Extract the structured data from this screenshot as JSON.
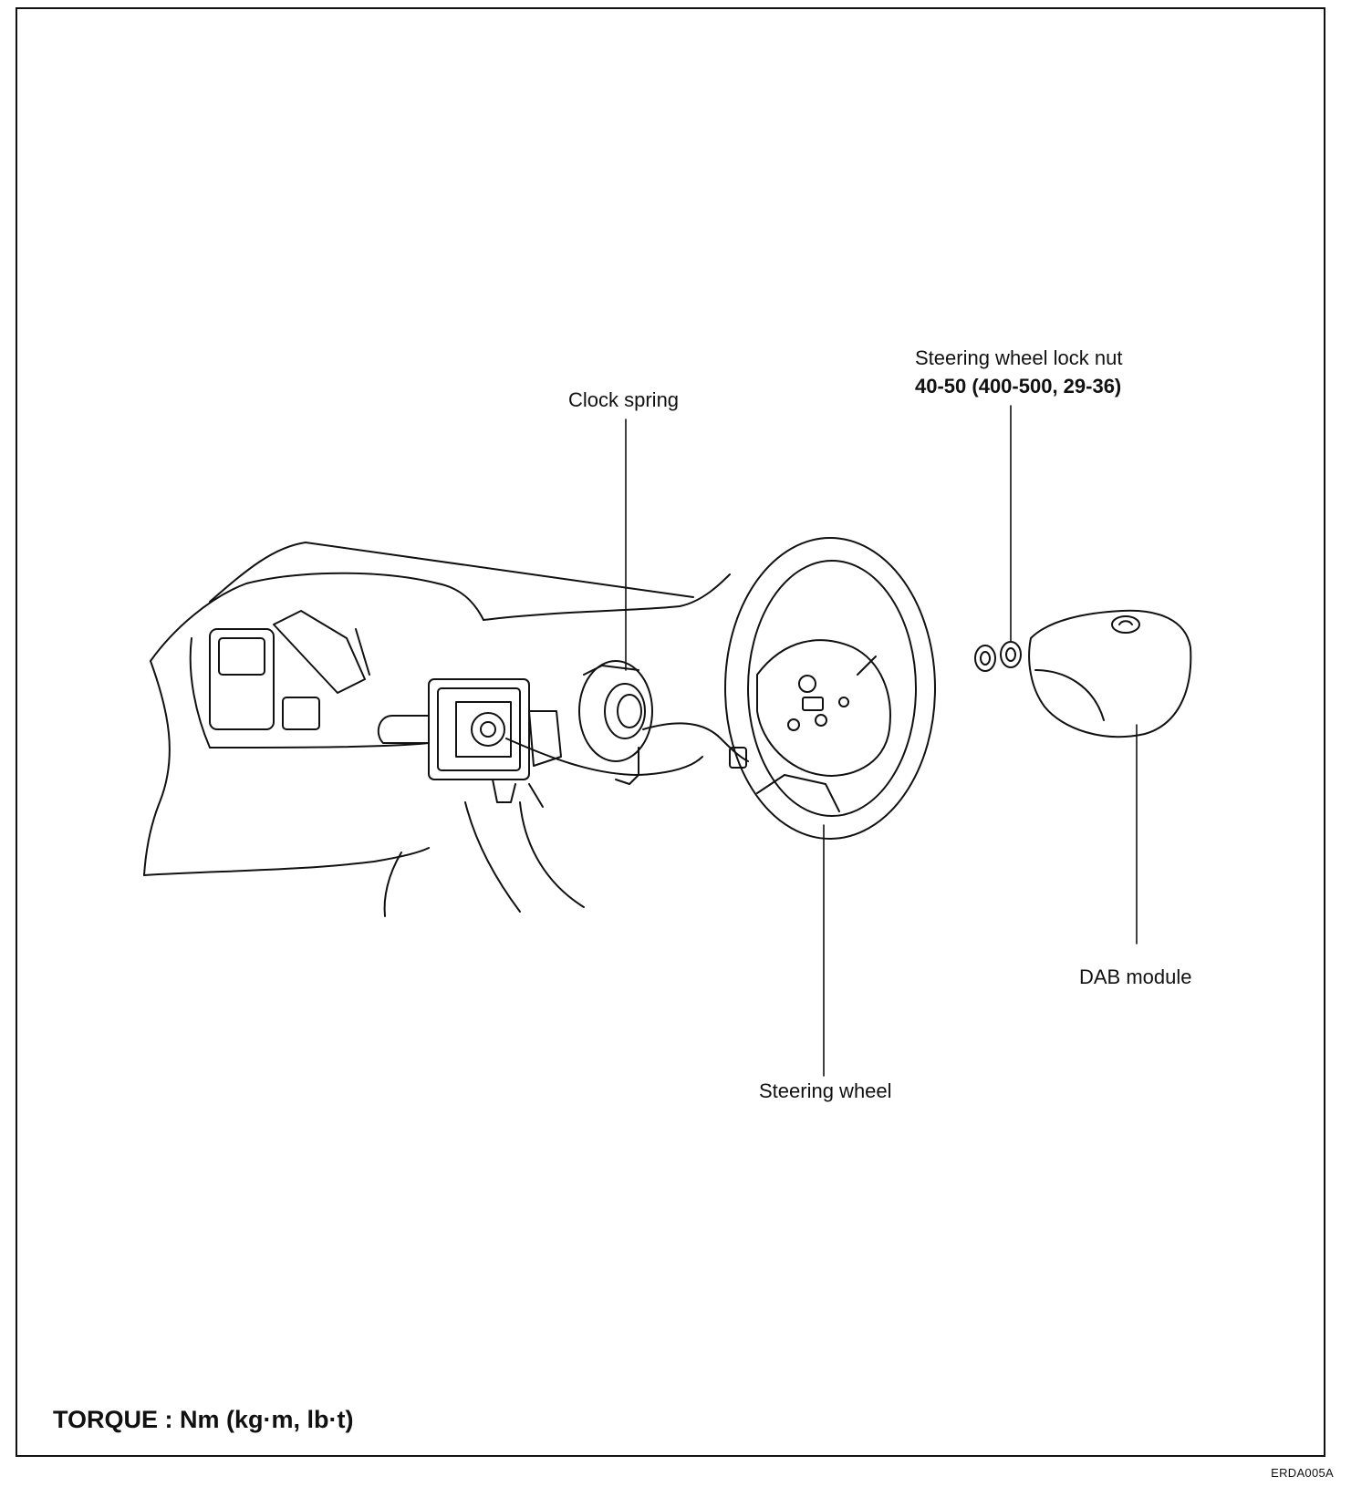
{
  "labels": {
    "lock_nut_name": "Steering wheel lock nut",
    "lock_nut_torque": "40-50 (400-500, 29-36)",
    "clock_spring": "Clock spring",
    "dab_module": "DAB module",
    "steering_wheel": "Steering wheel"
  },
  "footer": {
    "torque_units": "TORQUE : Nm (kg·m, lb·t)",
    "figure_code": "ERDA005A"
  },
  "colors": {
    "ink": "#111111",
    "paper": "#ffffff"
  }
}
